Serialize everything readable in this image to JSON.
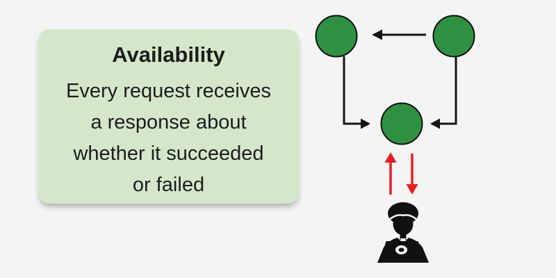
{
  "background_color": "#f4f4f4",
  "card": {
    "title": "Availability",
    "description": "Every request receives\na response about\nwhether it succeeded\nor failed",
    "bg_color": "#d5e7ca",
    "text_color": "#1c1c1c"
  },
  "diagram": {
    "node_fill": "#2e9142",
    "node_stroke": "#111111",
    "arrow_color": "#141414",
    "transfer_color": "#ea1c22",
    "person_color": "#111111",
    "icon_cutout": "#f4f4f4",
    "nodes": [
      {
        "id": "node-top-left"
      },
      {
        "id": "node-top-right"
      },
      {
        "id": "node-bottom"
      }
    ],
    "person_icon": "person-at-laptop-icon"
  }
}
